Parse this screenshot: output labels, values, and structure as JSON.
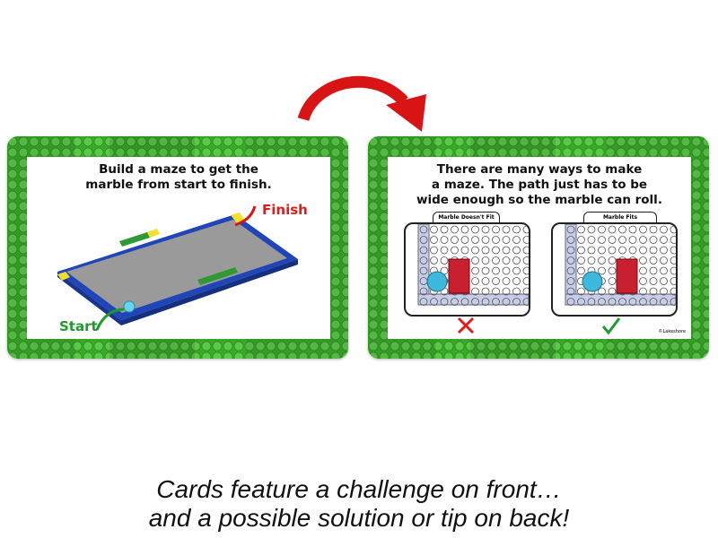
{
  "front_card": {
    "title_lines": [
      "Build a maze to get the",
      "marble from start to finish."
    ],
    "finish_label": "Finish",
    "start_label": "Start"
  },
  "back_card": {
    "title_lines": [
      "There are many ways to make",
      "a maze.  The path just has to be",
      "wide enough so the marble can roll."
    ],
    "left_panel_label": "Marble Doesn't Fit",
    "right_panel_label": "Marble Fits",
    "left_mark": "wrong-x-icon",
    "right_mark": "check-icon",
    "copyright": "©Lakeshore"
  },
  "caption": {
    "line1": "Cards feature a challenge on front…",
    "line2": "and a possible solution or tip on back!"
  },
  "colors": {
    "green": "#3aa82a",
    "red": "#e11a1a",
    "blue": "#1f45b8",
    "check_green": "#1e9b2a"
  }
}
